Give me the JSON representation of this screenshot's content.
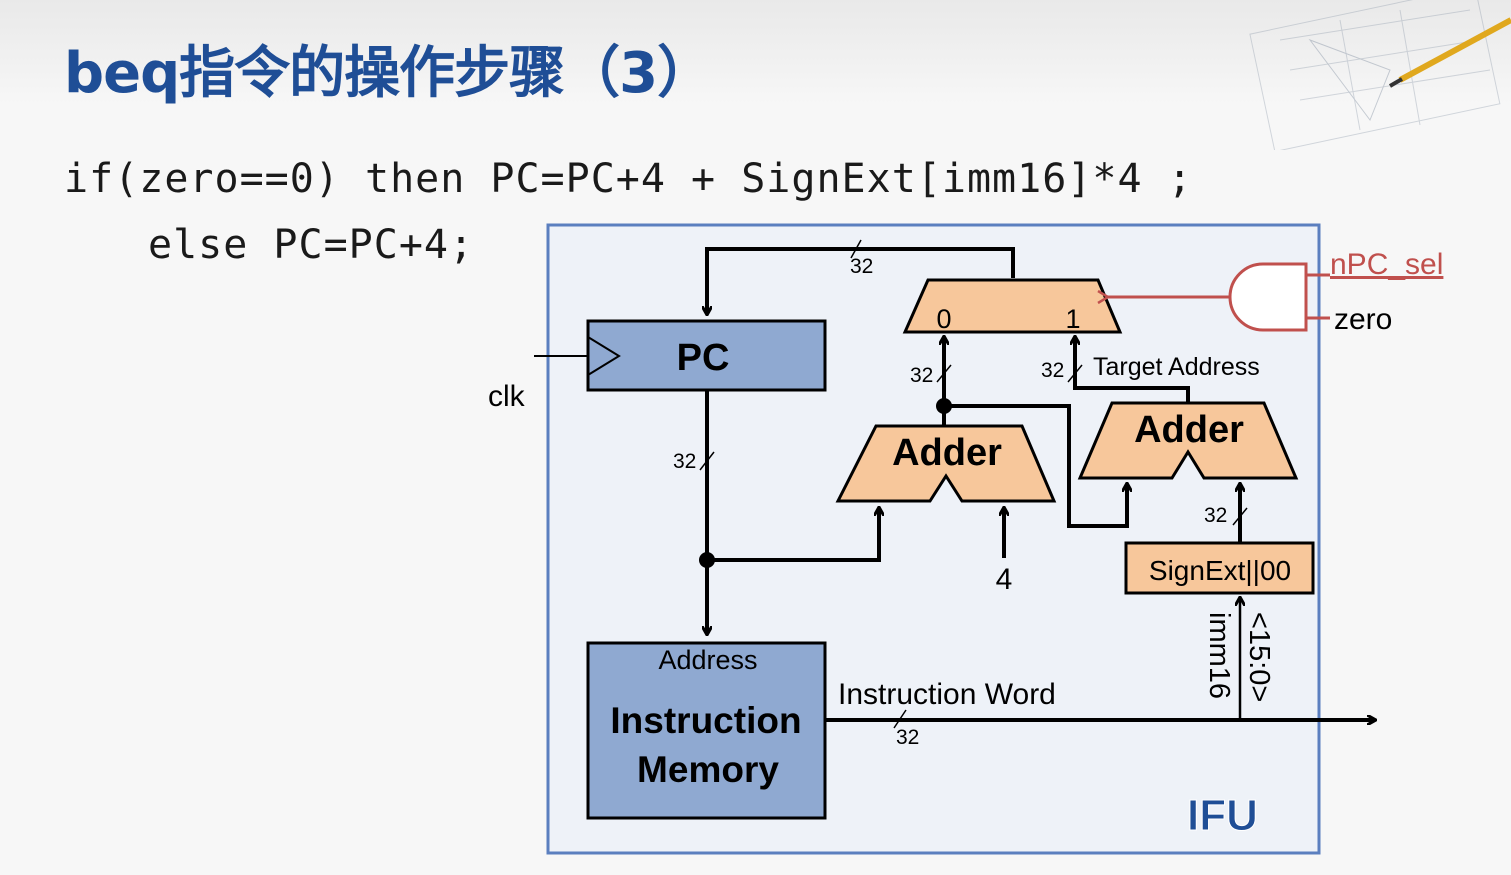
{
  "slide": {
    "title": "beq指令的操作步骤（3）",
    "code_line1": "if(zero==0) then PC=PC+4 + SignExt[imm16]*4 ;",
    "code_line2": "else PC=PC+4;"
  },
  "diagram": {
    "block_label": "IFU",
    "pc_label": "PC",
    "clk_label": "clk",
    "mux_input0": "0",
    "mux_input1": "1",
    "adder1_label": "Adder",
    "adder2_label": "Adder",
    "constant_four": "4",
    "signext_label": "SignExt||00",
    "memory_address_label": "Address",
    "memory_label_line1": "Instruction",
    "memory_label_line2": "Memory",
    "instruction_word_label": "Instruction Word",
    "target_address_label": "Target Address",
    "npc_sel_label": "nPC_sel",
    "zero_label": "zero",
    "imm16_label": "imm16",
    "bits_label": "<15:0>",
    "bus_width": "32"
  },
  "colors": {
    "title": "#1f4e96",
    "ifu_background": "#eef2f8",
    "ifu_border": "#5b7fbf",
    "blue_box": "#8fa9d1",
    "orange_box": "#f7c79b",
    "control_red": "#c0504d",
    "ifu_text": "#1f4e96"
  }
}
